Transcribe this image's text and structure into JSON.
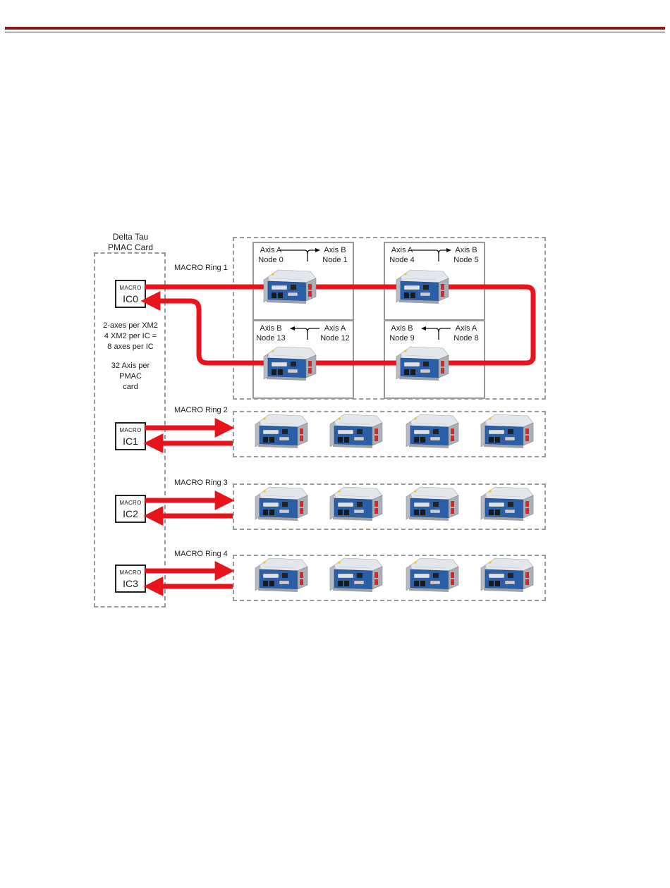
{
  "pmac": {
    "title_line1": "Delta Tau",
    "title_line2": "PMAC Card",
    "ic_small_label": "MACRO",
    "ics": [
      "IC0",
      "IC1",
      "IC2",
      "IC3"
    ],
    "note_lines": [
      "2-axes per XM2",
      "4 XM2 per IC =",
      "8 axes per IC"
    ],
    "note2_lines": [
      "32 Axis per",
      "PMAC",
      "card"
    ]
  },
  "rings": [
    "MACRO Ring 1",
    "MACRO Ring 2",
    "MACRO Ring 3",
    "MACRO Ring 4"
  ],
  "ring1_nodes": [
    {
      "left_axis": "Axis A",
      "left_node": "Node 0",
      "right_axis": "Axis B",
      "right_node": "Node 1"
    },
    {
      "left_axis": "Axis A",
      "left_node": "Node 4",
      "right_axis": "Axis B",
      "right_node": "Node 5"
    },
    {
      "left_axis": "Axis B",
      "left_node": "Node 13",
      "right_axis": "Axis A",
      "right_node": "Node 12"
    },
    {
      "left_axis": "Axis B",
      "left_node": "Node 9",
      "right_axis": "Axis A",
      "right_node": "Node 8"
    }
  ],
  "colors": {
    "signal": "#e8141b",
    "device_blue": "#2a5fa8",
    "device_gray": "#c9cdd2",
    "header_rule": "#8b1a1a"
  }
}
